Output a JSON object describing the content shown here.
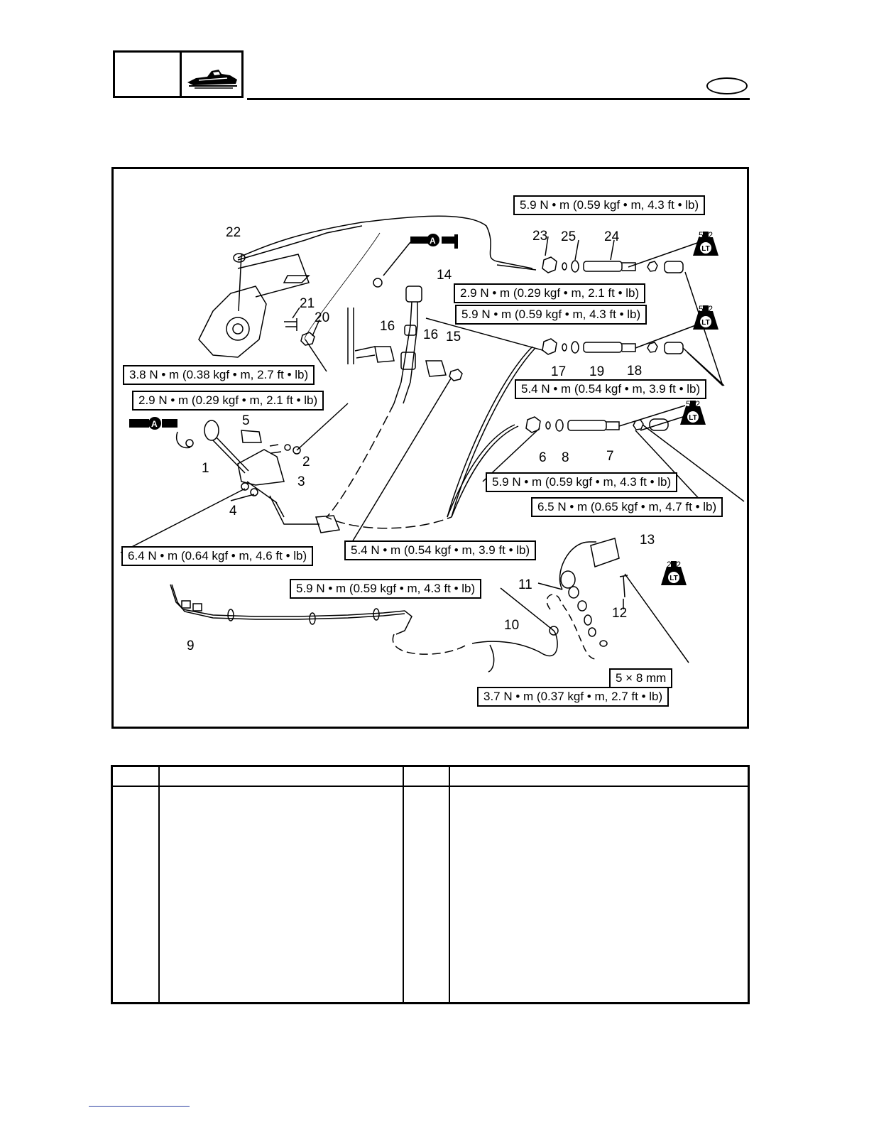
{
  "header": {
    "icon": "jet-ski-icon"
  },
  "diagram": {
    "torque_labels": [
      {
        "id": "tq-top-right",
        "text": "5.9 N • m (0.59 kgf • m, 4.3 ft • lb)"
      },
      {
        "id": "tq-24",
        "text": "2.9 N • m (0.29 kgf • m, 2.1 ft • lb)"
      },
      {
        "id": "tq-17",
        "text": "5.9 N • m (0.59 kgf • m, 4.3 ft • lb)"
      },
      {
        "id": "tq-20",
        "text": "3.8 N • m (0.38 kgf • m, 2.7 ft • lb)"
      },
      {
        "id": "tq-2",
        "text": "5.4 N • m (0.54 kgf • m, 3.9 ft • lb)"
      },
      {
        "id": "tq-18",
        "text": "2.9 N • m (0.29 kgf • m, 2.1 ft • lb)"
      },
      {
        "id": "tq-6",
        "text": "5.9 N • m (0.59 kgf • m, 4.3 ft • lb)"
      },
      {
        "id": "tq-7",
        "text": "6.5 N • m (0.65 kgf • m, 4.7 ft • lb)"
      },
      {
        "id": "tq-15",
        "text": "5.4 N • m (0.54 kgf • m, 3.9 ft • lb)"
      },
      {
        "id": "tq-4",
        "text": "6.4 N • m (0.64 kgf • m, 4.6 ft • lb)"
      },
      {
        "id": "tq-10",
        "text": "5.9 N • m (0.59 kgf • m, 4.3 ft • lb)"
      },
      {
        "id": "size-12",
        "text": "5 × 8 mm"
      },
      {
        "id": "tq-12",
        "text": "3.7 N • m (0.37 kgf • m, 2.7 ft • lb)"
      }
    ],
    "part_numbers": [
      "22",
      "23",
      "25",
      "24",
      "14",
      "21",
      "20",
      "16",
      "16",
      "15",
      "17",
      "19",
      "18",
      "5",
      "2",
      "1",
      "3",
      "4",
      "6",
      "8",
      "7",
      "13",
      "11",
      "12",
      "10",
      "9"
    ],
    "locking_agent": [
      {
        "id": "lt-24",
        "mark": "LT",
        "code": "572"
      },
      {
        "id": "lt-18",
        "mark": "LT",
        "code": "572"
      },
      {
        "id": "lt-7",
        "mark": "LT",
        "code": "572"
      },
      {
        "id": "lt-12",
        "mark": "LT",
        "code": "242"
      }
    ],
    "connector_mark": "A"
  }
}
